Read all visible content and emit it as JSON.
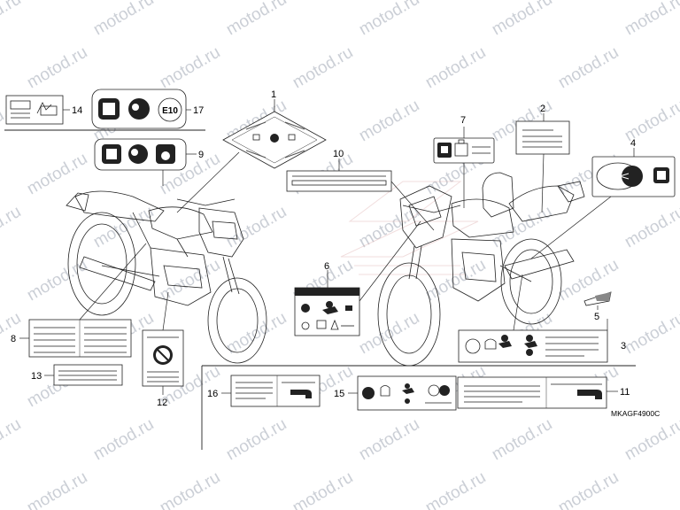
{
  "diagram": {
    "code": "MKAGF4900C",
    "watermark": "motod.ru",
    "fuel_label": "E10",
    "callouts": [
      "1",
      "2",
      "3",
      "4",
      "5",
      "6",
      "7",
      "8",
      "9",
      "10",
      "11",
      "12",
      "13",
      "14",
      "15",
      "16",
      "17"
    ]
  },
  "colors": {
    "line": "#222222",
    "watermark": "#c6cad2",
    "background": "#ffffff",
    "ghost_logo": "#d8a0a0"
  }
}
